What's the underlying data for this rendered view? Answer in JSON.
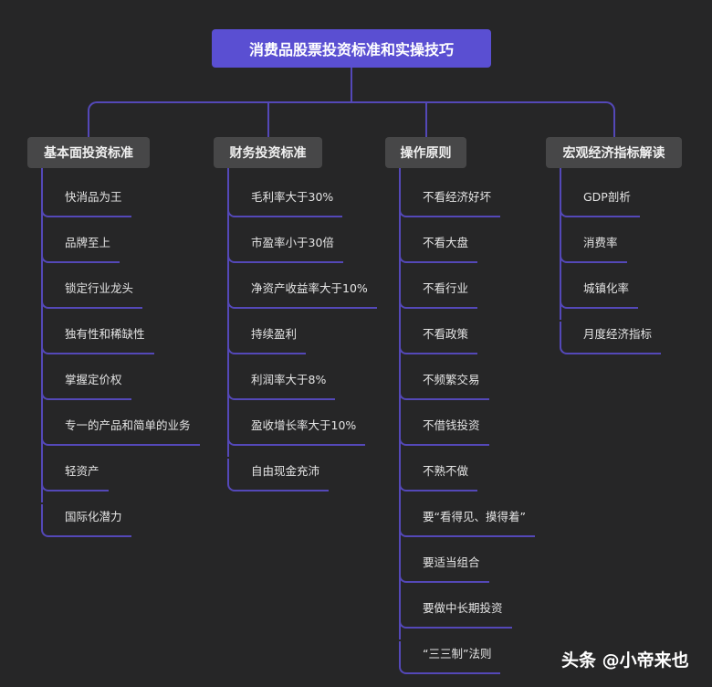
{
  "title": "消费品股票投资标准和实操技巧",
  "categories": [
    {
      "label": "基本面投资标准",
      "items": [
        "快消品为王",
        "品牌至上",
        "锁定行业龙头",
        "独有性和稀缺性",
        "掌握定价权",
        "专一的产品和简单的业务",
        "轻资产",
        "国际化潜力"
      ]
    },
    {
      "label": "财务投资标准",
      "items": [
        "毛利率大于30%",
        "市盈率小于30倍",
        "净资产收益率大于10%",
        "持续盈利",
        "利润率大于8%",
        "盈收增长率大于10%",
        "自由现金充沛"
      ]
    },
    {
      "label": "操作原则",
      "items": [
        "不看经济好坏",
        "不看大盘",
        "不看行业",
        "不看政策",
        "不频繁交易",
        "不借钱投资",
        "不熟不做",
        "要“看得见、摸得着”",
        "要适当组合",
        "要做中长期投资",
        "“三三制”法则"
      ]
    },
    {
      "label": "宏观经济指标解读",
      "items": [
        "GDP剖析",
        "消费率",
        "城镇化率",
        "月度经济指标"
      ]
    }
  ],
  "watermark": "头条 @小帝来也",
  "colors": {
    "accent": "#5a4fd2",
    "line": "#5448b8",
    "node": "#474748",
    "background": "#262627"
  }
}
